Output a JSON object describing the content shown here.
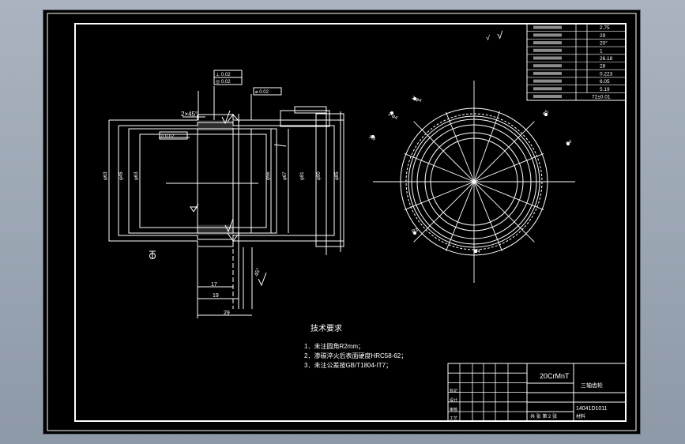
{
  "drawing": {
    "material": "20CrMnT",
    "part_name": "三轴齿轮",
    "drawing_no": "14041D1011",
    "drawing_no_sub": "材料",
    "sheet_label": "共 张 第 2 张",
    "left_col": [
      "标记",
      "设计",
      "审核",
      "工艺"
    ],
    "tech_title": "技术要求",
    "tech_notes": [
      "1．未注圆角R2mm；",
      "2．渗碳淬火后表面硬度HRC58-62；",
      "3．未注公差按GB/T1804-IT7；"
    ],
    "roughness_symbol": "√",
    "param_values": [
      "2.75",
      "29",
      "20°",
      "1",
      "26.18",
      "28",
      "0.223",
      "6.05",
      "5.19",
      "72±0.01"
    ],
    "section_dims": {
      "top": "2×45°",
      "bottom": [
        "17",
        "19",
        "29"
      ],
      "diameters": [
        "φ63",
        "φ45",
        "φ63",
        "φ56",
        "φ67",
        "φ81",
        "φ90",
        "φ85"
      ],
      "tol_frames": [
        "⊥ 0.02",
        "◎ 0.02",
        "⌀ 0.02",
        "// 0.02"
      ],
      "angle": "45°"
    },
    "view_labels": [
      "2-φ4",
      "2-φ4",
      "R3",
      "R3",
      "φ5",
      "φ4",
      "R4"
    ]
  }
}
